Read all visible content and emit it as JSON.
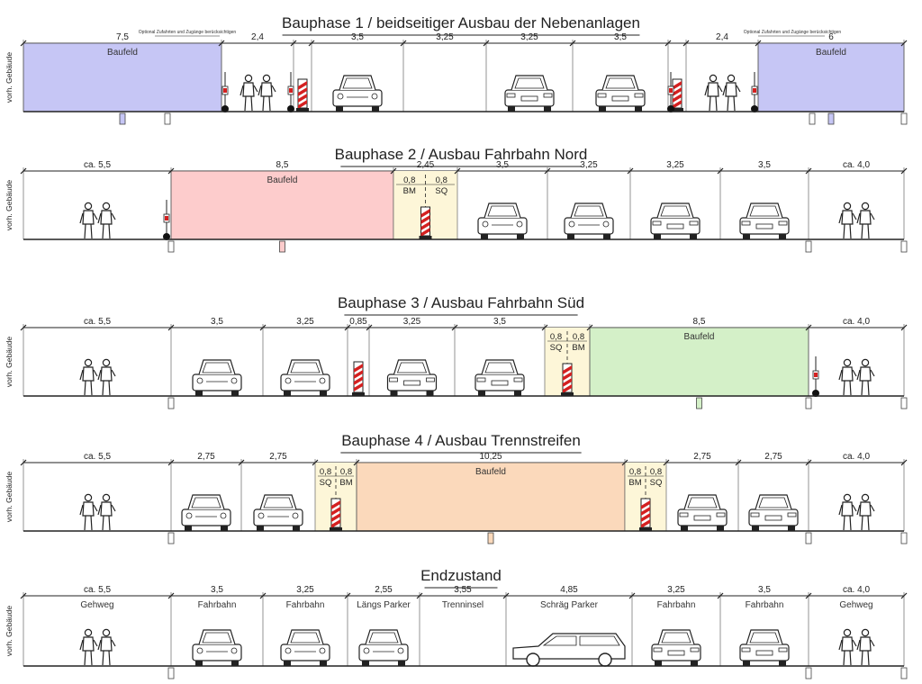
{
  "side_label": "vorh. Gebäude",
  "zone_label": "Baufeld",
  "phases": [
    {
      "title": "Bauphase 1 / beidseitiger Ausbau der Nebenanlagen",
      "note_left": "Optional Zufahrten und Zugänge berücksichtigen",
      "note_right": "Optional Zufahrten und Zugänge berücksichtigen",
      "segments": [
        {
          "dim": "7,5",
          "name": "Baufeld",
          "fill": "#c6c6f5",
          "kind": "zone"
        },
        {
          "dim": "2,4",
          "name": "",
          "kind": "walk"
        },
        {
          "dim": "",
          "name": "",
          "kind": "gap"
        },
        {
          "dim": "3,5",
          "name": "",
          "kind": "car-front"
        },
        {
          "dim": "3,25",
          "name": "",
          "kind": "empty"
        },
        {
          "dim": "3,25",
          "name": "",
          "kind": "car-rear"
        },
        {
          "dim": "3,5",
          "name": "",
          "kind": "car-rear"
        },
        {
          "dim": "",
          "name": "",
          "kind": "gap"
        },
        {
          "dim": "2,4",
          "name": "",
          "kind": "walk"
        },
        {
          "dim": "6",
          "name": "Baufeld",
          "fill": "#c6c6f5",
          "kind": "zone"
        }
      ]
    },
    {
      "title": "Bauphase 2 / Ausbau Fahrbahn Nord",
      "segments": [
        {
          "dim": "ca. 5,5",
          "name": "",
          "kind": "walk"
        },
        {
          "dim": "8,5",
          "name": "Baufeld",
          "fill": "#fdcccc",
          "kind": "zone"
        },
        {
          "dim": "2,45",
          "name": "",
          "kind": "buffer",
          "sub": [
            "0,8",
            "0,8"
          ],
          "subnames": [
            "BM",
            "SQ"
          ]
        },
        {
          "dim": "3,5",
          "name": "",
          "kind": "car-front"
        },
        {
          "dim": "3,25",
          "name": "",
          "kind": "car-front"
        },
        {
          "dim": "3,25",
          "name": "",
          "kind": "car-rear"
        },
        {
          "dim": "3,5",
          "name": "",
          "kind": "car-rear"
        },
        {
          "dim": "ca. 4,0",
          "name": "",
          "kind": "walk"
        }
      ]
    },
    {
      "title": "Bauphase 3 / Ausbau Fahrbahn Süd",
      "segments": [
        {
          "dim": "ca. 5,5",
          "name": "",
          "kind": "walk"
        },
        {
          "dim": "3,5",
          "name": "",
          "kind": "car-front"
        },
        {
          "dim": "3,25",
          "name": "",
          "kind": "car-front"
        },
        {
          "dim": "0,85",
          "name": "",
          "kind": "barrier"
        },
        {
          "dim": "3,25",
          "name": "",
          "kind": "car-rear"
        },
        {
          "dim": "3,5",
          "name": "",
          "kind": "car-rear"
        },
        {
          "dim": "",
          "name": "",
          "kind": "buffer",
          "sub": [
            "0,8",
            "0,8"
          ],
          "subnames": [
            "SQ",
            "BM"
          ]
        },
        {
          "dim": "8,5",
          "name": "Baufeld",
          "fill": "#d4f0c8",
          "kind": "zone"
        },
        {
          "dim": "ca. 4,0",
          "name": "",
          "kind": "walk"
        }
      ]
    },
    {
      "title": "Bauphase 4 / Ausbau Trennstreifen",
      "segments": [
        {
          "dim": "ca. 5,5",
          "name": "",
          "kind": "walk"
        },
        {
          "dim": "2,75",
          "name": "",
          "kind": "car-front"
        },
        {
          "dim": "2,75",
          "name": "",
          "kind": "car-front"
        },
        {
          "dim": "",
          "name": "",
          "kind": "buffer",
          "sub": [
            "0,8",
            "0,8"
          ],
          "subnames": [
            "SQ",
            "BM"
          ]
        },
        {
          "dim": "10,25",
          "name": "Baufeld",
          "fill": "#fbd9bb",
          "kind": "zone"
        },
        {
          "dim": "",
          "name": "",
          "kind": "buffer",
          "sub": [
            "0,8",
            "0,8"
          ],
          "subnames": [
            "BM",
            "SQ"
          ]
        },
        {
          "dim": "2,75",
          "name": "",
          "kind": "car-rear"
        },
        {
          "dim": "2,75",
          "name": "",
          "kind": "car-rear"
        },
        {
          "dim": "ca. 4,0",
          "name": "",
          "kind": "walk"
        }
      ]
    },
    {
      "title": "Endzustand",
      "segments": [
        {
          "dim": "ca. 5,5",
          "name": "Gehweg",
          "kind": "walk"
        },
        {
          "dim": "3,5",
          "name": "Fahrbahn",
          "kind": "car-front"
        },
        {
          "dim": "3,25",
          "name": "Fahrbahn",
          "kind": "car-front"
        },
        {
          "dim": "2,55",
          "name": "Längs Parker",
          "kind": "car-front"
        },
        {
          "dim": "3,55",
          "name": "Trenninsel",
          "kind": "empty"
        },
        {
          "dim": "4,85",
          "name": "Schräg Parker",
          "kind": "car-side"
        },
        {
          "dim": "3,25",
          "name": "Fahrbahn",
          "kind": "car-rear"
        },
        {
          "dim": "3,5",
          "name": "Fahrbahn",
          "kind": "car-rear"
        },
        {
          "dim": "ca. 4,0",
          "name": "Gehweg",
          "kind": "walk"
        }
      ]
    }
  ]
}
